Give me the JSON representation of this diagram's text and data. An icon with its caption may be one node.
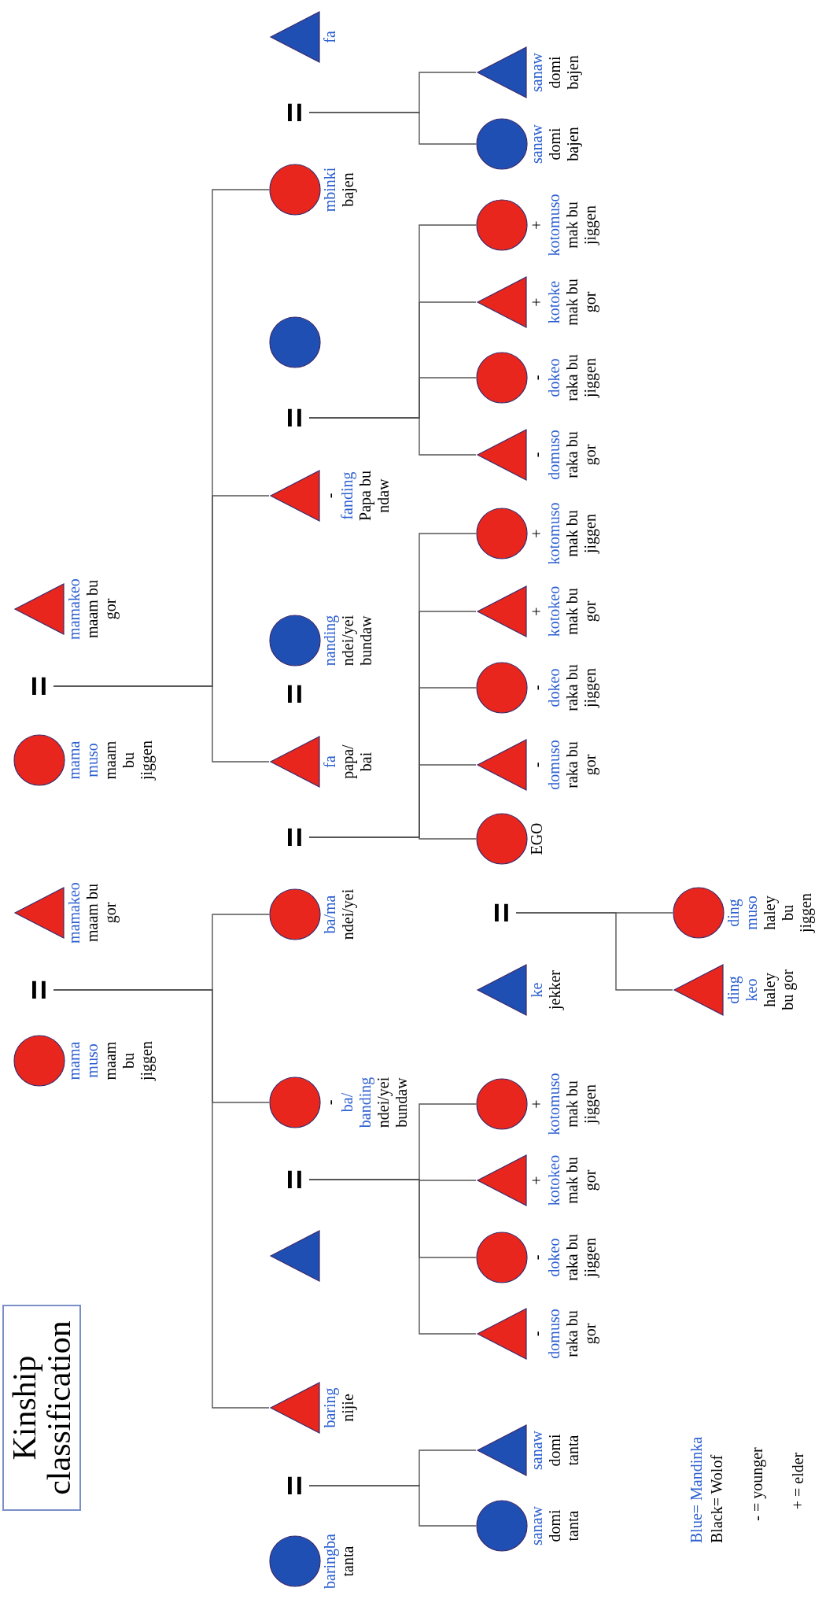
{
  "diagram": {
    "title": "Kinship classification",
    "nodes": [
      {
        "text": [
          "mama muso",
          "maam bu jiggen"
        ]
      },
      {
        "text": [
          "="
        ]
      },
      {
        "text": [
          "mamakeo",
          "maam bu gor"
        ]
      },
      {
        "text": [
          "mama muso",
          "maam bu jiggen"
        ]
      },
      {
        "text": [
          "="
        ]
      },
      {
        "text": [
          "mamakeo",
          "maam bu gor"
        ]
      },
      {
        "text": [
          "baringba",
          "tanta"
        ]
      },
      {
        "text": [
          "="
        ]
      },
      {
        "text": [
          "baring",
          "nijie"
        ]
      },
      {
        "text": [],
        "shape": "triangle"
      },
      {
        "text": [
          "="
        ]
      },
      {
        "text": [
          "ba/ banding",
          "ndei/yei bundaw"
        ],
        "beside": [
          "-"
        ]
      },
      {
        "text": [
          "ba/ma",
          "ndei/yei"
        ]
      },
      {
        "text": [
          "="
        ]
      },
      {
        "text": [
          "fa",
          "papa/ bai"
        ]
      },
      {
        "text": [
          "nanding",
          "ndei/yei bundaw"
        ]
      },
      {
        "text": [
          "fanding",
          "Papa bu ndaw"
        ],
        "beside": [
          "-"
        ]
      },
      {
        "text": [
          "="
        ]
      },
      {
        "text": [],
        "shape": "circle"
      },
      {
        "text": [
          "mbinki",
          "bajen"
        ]
      },
      {
        "text": [
          "="
        ]
      },
      {
        "text": [
          "fa"
        ]
      },
      {
        "text": [
          "sanaw",
          "domi tanta"
        ]
      },
      {
        "text": [
          "sanaw",
          "domi tanta"
        ]
      },
      {
        "text": [
          "domuso",
          "raka bu gor"
        ],
        "beside": [
          "-"
        ]
      },
      {
        "text": [
          "dokeo",
          "raka bu jiggen"
        ],
        "beside": [
          "-"
        ]
      },
      {
        "text": [
          "kotokeo",
          "mak bu gor"
        ],
        "beside": [
          "+"
        ]
      },
      {
        "text": [
          "kotomuso",
          "mak bu jiggen"
        ],
        "beside": [
          "+"
        ]
      },
      {
        "text": [
          "ke",
          "jekker"
        ]
      },
      {
        "text": [
          "="
        ]
      },
      {
        "text": [
          "EGO"
        ]
      },
      {
        "text": [
          "domuso",
          "raka bu gor"
        ],
        "beside": [
          "-"
        ]
      },
      {
        "text": [
          "dokeo",
          "raka bu jiggen"
        ],
        "beside": [
          "-"
        ]
      },
      {
        "text": [
          "kotokeo",
          "mak bu gor"
        ],
        "beside": [
          "+"
        ]
      },
      {
        "text": [
          "kotomuso",
          "mak bu jiggen"
        ],
        "beside": [
          "+"
        ]
      },
      {
        "text": [
          "domuso",
          "raka bu gor"
        ],
        "beside": [
          "-"
        ]
      },
      {
        "text": [
          "dokeo",
          "raka bu jiggen"
        ],
        "beside": [
          "-"
        ]
      },
      {
        "text": [
          "kotoke",
          "mak bu gor"
        ],
        "beside": [
          "+"
        ]
      },
      {
        "text": [
          "kotomuso",
          "mak bu jiggen"
        ],
        "beside": [
          "+"
        ]
      },
      {
        "text": [
          "sanaw",
          "domi bajen"
        ]
      },
      {
        "text": [
          "sanaw",
          "domi bajen"
        ]
      },
      {
        "text": [
          "ding keo",
          "haley bu gor"
        ]
      },
      {
        "text": [
          "ding muso",
          "haley bu jiggen"
        ]
      }
    ],
    "edges": [
      {
        "from": 1,
        "to": 8,
        "arrow": "none"
      },
      {
        "from": 1,
        "to": 11,
        "arrow": "none"
      },
      {
        "from": 1,
        "to": 12,
        "arrow": "none"
      },
      {
        "from": 4,
        "to": 14,
        "arrow": "none"
      },
      {
        "from": 4,
        "to": 16,
        "arrow": "none"
      },
      {
        "from": 4,
        "to": 19,
        "arrow": "none"
      },
      {
        "from": 7,
        "to": 22,
        "arrow": "none"
      },
      {
        "from": 7,
        "to": 23,
        "arrow": "none"
      },
      {
        "from": 10,
        "to": 24,
        "arrow": "none"
      },
      {
        "from": 10,
        "to": 25,
        "arrow": "none"
      },
      {
        "from": 10,
        "to": 26,
        "arrow": "none"
      },
      {
        "from": 10,
        "to": 27,
        "arrow": "none"
      },
      {
        "from": 13,
        "to": 30,
        "arrow": "none"
      },
      {
        "from": 13,
        "to": 31,
        "arrow": "none"
      },
      {
        "from": 13,
        "to": 32,
        "arrow": "none"
      },
      {
        "from": 13,
        "to": 33,
        "arrow": "none"
      },
      {
        "from": 13,
        "to": 34,
        "arrow": "none"
      },
      {
        "from": 17,
        "to": 35,
        "arrow": "none"
      },
      {
        "from": 17,
        "to": 36,
        "arrow": "none"
      },
      {
        "from": 17,
        "to": 37,
        "arrow": "none"
      },
      {
        "from": 17,
        "to": 38,
        "arrow": "none"
      },
      {
        "from": 20,
        "to": 39,
        "arrow": "none"
      },
      {
        "from": 20,
        "to": 40,
        "arrow": "none"
      },
      {
        "from": 29,
        "to": 41,
        "arrow": "none"
      },
      {
        "from": 29,
        "to": 42,
        "arrow": "none"
      }
    ],
    "labels": [
      "=",
      "- = younger",
      "+ = elder"
    ],
    "legend": [
      {
        "text": "Blue= Mandinka",
        "color": "#2c5fd0"
      },
      {
        "text": "Black= Wolof",
        "color": "#000000"
      }
    ]
  }
}
